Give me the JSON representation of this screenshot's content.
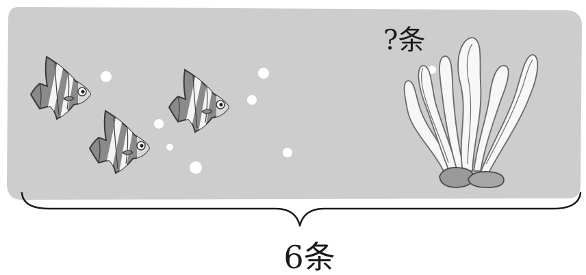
{
  "labels": {
    "unknown_part": "?条",
    "total": "6条"
  },
  "colors": {
    "water": "#cdcdcd",
    "fish_body": "#8a8a8a",
    "fish_stripe": "#f4f4f4",
    "outline": "#3a3a3a",
    "bubble": "#ffffff",
    "seaweed": "#f7f7f7",
    "rock": "#9a9a9a",
    "brace": "#1a1a1a"
  },
  "scene": {
    "fish_count_shown": 3,
    "icons": [
      "angelfish-icon",
      "bubble-icon",
      "seaweed-icon",
      "rock-icon",
      "curly-brace-icon"
    ]
  }
}
